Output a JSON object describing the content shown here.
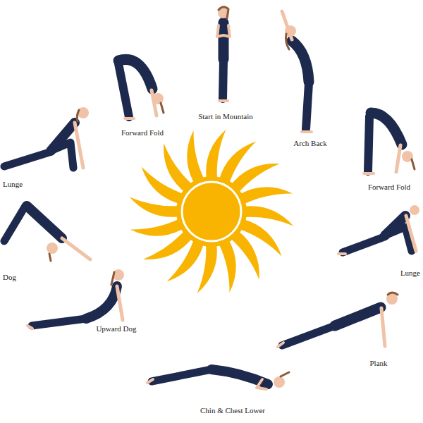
{
  "diagram": {
    "labels": [
      "Start in Mountain",
      "Forward Fold",
      "Arch Back",
      "Lunge",
      "Forward Fold",
      "Dog",
      "Lunge",
      "Upward Dog",
      "Plank",
      "Chin & Chest Lower"
    ]
  }
}
